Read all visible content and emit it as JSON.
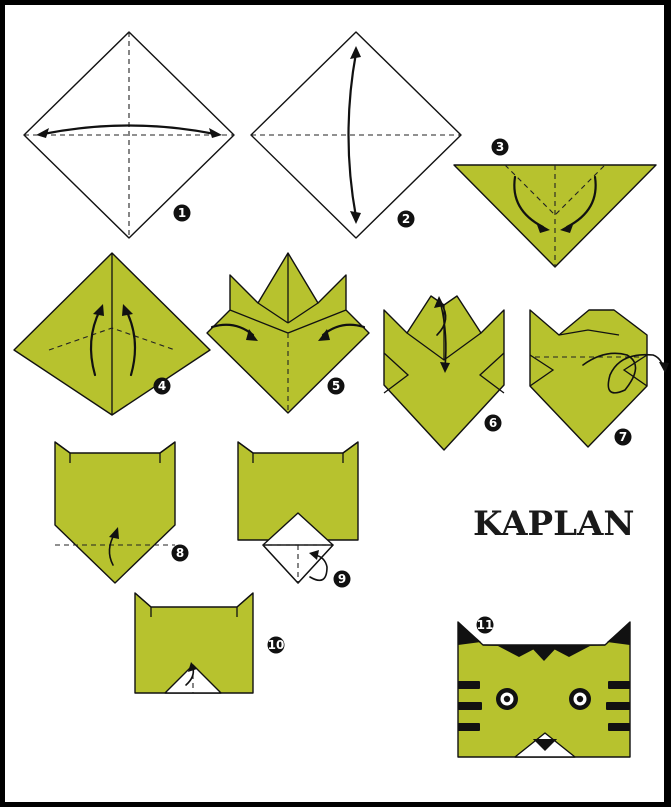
{
  "title": "KAPLAN",
  "colors": {
    "paper": "#b7c22e",
    "ink": "#111111",
    "background": "#ffffff"
  },
  "steps": [
    {
      "number": "1"
    },
    {
      "number": "2"
    },
    {
      "number": "3"
    },
    {
      "number": "4"
    },
    {
      "number": "5"
    },
    {
      "number": "6"
    },
    {
      "number": "7"
    },
    {
      "number": "8"
    },
    {
      "number": "9"
    },
    {
      "number": "10"
    },
    {
      "number": "11"
    }
  ]
}
